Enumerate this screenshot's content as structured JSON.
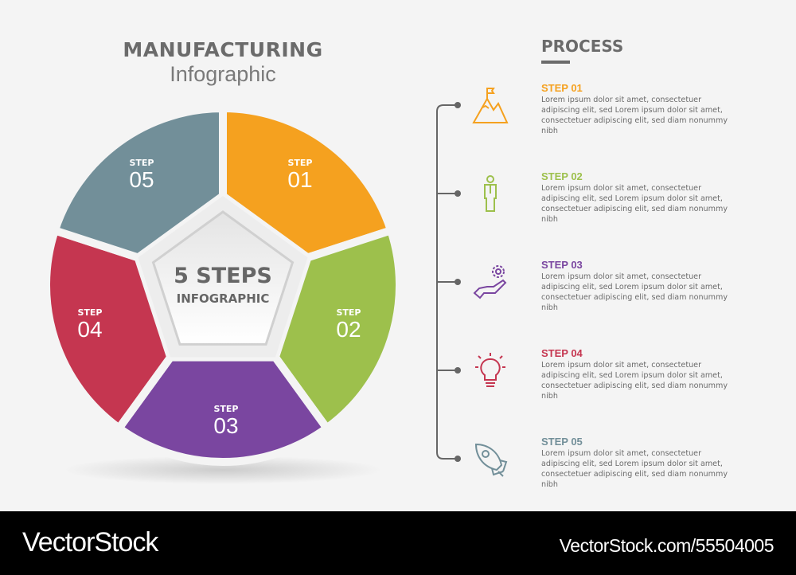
{
  "title": {
    "line1": "MANUFACTURING",
    "line2": "Infographic"
  },
  "center": {
    "line1": "5 STEPS",
    "line2": "INFOGRAPHIC"
  },
  "process_heading": "PROCESS",
  "colors": {
    "step01": "#F5A11F",
    "step02": "#9DC04C",
    "step03": "#7A46A0",
    "step04": "#C53650",
    "step05": "#728F99",
    "text": "#6b6b6b"
  },
  "segments": [
    {
      "label": "STEP",
      "number": "01"
    },
    {
      "label": "STEP",
      "number": "02"
    },
    {
      "label": "STEP",
      "number": "03"
    },
    {
      "label": "STEP",
      "number": "04"
    },
    {
      "label": "STEP",
      "number": "05"
    }
  ],
  "steps": [
    {
      "title": "STEP 01",
      "icon": "mountain-flag-icon",
      "body": "Lorem ipsum dolor sit amet, consectetuer adipiscing elit, sed Lorem ipsum dolor sit amet, consectetuer adipiscing elit, sed diam nonummy nibh"
    },
    {
      "title": "STEP 02",
      "icon": "worker-icon",
      "body": "Lorem ipsum dolor sit amet, consectetuer adipiscing elit, sed Lorem ipsum dolor sit amet, consectetuer adipiscing elit, sed diam nonummy nibh"
    },
    {
      "title": "STEP 03",
      "icon": "hand-gear-icon",
      "body": "Lorem ipsum dolor sit amet, consectetuer adipiscing elit, sed Lorem ipsum dolor sit amet, consectetuer adipiscing elit, sed diam nonummy nibh"
    },
    {
      "title": "STEP 04",
      "icon": "lightbulb-icon",
      "body": "Lorem ipsum dolor sit amet, consectetuer adipiscing elit, sed Lorem ipsum dolor sit amet, consectetuer adipiscing elit, sed diam nonummy nibh"
    },
    {
      "title": "STEP 05",
      "icon": "rocket-icon",
      "body": "Lorem ipsum dolor sit amet, consectetuer adipiscing elit, sed Lorem ipsum dolor sit amet, consectetuer adipiscing elit, sed diam nonummy nibh"
    }
  ],
  "footer": {
    "brand": "VectorStock",
    "url": "VectorStock.com/55504005"
  }
}
